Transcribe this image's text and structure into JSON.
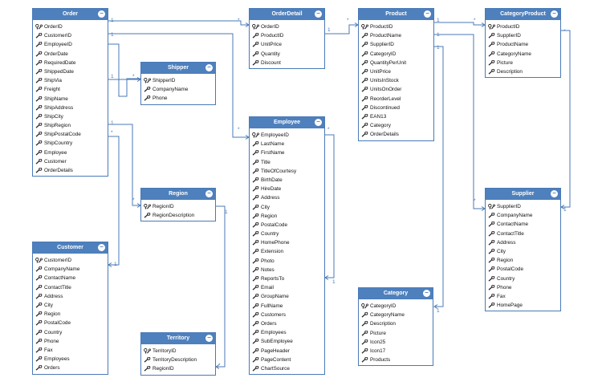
{
  "tables": [
    {
      "id": "order",
      "title": "Order",
      "fields": [
        {
          "name": "OrderID",
          "pk": true
        },
        {
          "name": "CustomerID"
        },
        {
          "name": "EmployeeID"
        },
        {
          "name": "OrderDate"
        },
        {
          "name": "RequiredDate"
        },
        {
          "name": "ShippedDate"
        },
        {
          "name": "ShipVia"
        },
        {
          "name": "Freight"
        },
        {
          "name": "ShipName"
        },
        {
          "name": "ShipAddress"
        },
        {
          "name": "ShipCity"
        },
        {
          "name": "ShipRegion"
        },
        {
          "name": "ShipPostalCode"
        },
        {
          "name": "ShipCountry"
        },
        {
          "name": "Employee"
        },
        {
          "name": "Customer"
        },
        {
          "name": "OrderDetails"
        }
      ]
    },
    {
      "id": "orderdetail",
      "title": "OrderDetail",
      "fields": [
        {
          "name": "OrderID",
          "pk": true
        },
        {
          "name": "ProductID"
        },
        {
          "name": "UnitPrice"
        },
        {
          "name": "Quantity"
        },
        {
          "name": "Discount"
        }
      ]
    },
    {
      "id": "product",
      "title": "Product",
      "fields": [
        {
          "name": "ProductID",
          "pk": true
        },
        {
          "name": "ProductName"
        },
        {
          "name": "SupplierID"
        },
        {
          "name": "CategoryID"
        },
        {
          "name": "QuantityPerUnit"
        },
        {
          "name": "UnitPrice"
        },
        {
          "name": "UnitsInStock"
        },
        {
          "name": "UnitsOnOrder"
        },
        {
          "name": "ReorderLevel"
        },
        {
          "name": "Discontinued"
        },
        {
          "name": "EAN13"
        },
        {
          "name": "Category"
        },
        {
          "name": "OrderDetails"
        }
      ]
    },
    {
      "id": "categoryproduct",
      "title": "CategoryProduct",
      "fields": [
        {
          "name": "ProductID",
          "pk": true
        },
        {
          "name": "SupplierID"
        },
        {
          "name": "ProductName"
        },
        {
          "name": "CategoryName"
        },
        {
          "name": "Picture"
        },
        {
          "name": "Description"
        }
      ]
    },
    {
      "id": "shipper",
      "title": "Shipper",
      "fields": [
        {
          "name": "ShipperID",
          "pk": true
        },
        {
          "name": "CompanyName"
        },
        {
          "name": "Phone"
        }
      ]
    },
    {
      "id": "employee",
      "title": "Employee",
      "fields": [
        {
          "name": "EmployeeID",
          "pk": true
        },
        {
          "name": "LastName"
        },
        {
          "name": "FirstName"
        },
        {
          "name": "Title"
        },
        {
          "name": "TitleOfCourtesy"
        },
        {
          "name": "BirthDate"
        },
        {
          "name": "HireDate"
        },
        {
          "name": "Address"
        },
        {
          "name": "City"
        },
        {
          "name": "Region"
        },
        {
          "name": "PostalCode"
        },
        {
          "name": "Country"
        },
        {
          "name": "HomePhone"
        },
        {
          "name": "Extension"
        },
        {
          "name": "Photo"
        },
        {
          "name": "Notes"
        },
        {
          "name": "ReportsTo"
        },
        {
          "name": "Email"
        },
        {
          "name": "GroupName"
        },
        {
          "name": "FullName"
        },
        {
          "name": "Customers"
        },
        {
          "name": "Orders"
        },
        {
          "name": "Employees"
        },
        {
          "name": "SubEmployee"
        },
        {
          "name": "PageHeader"
        },
        {
          "name": "PageContent"
        },
        {
          "name": "ChartSource"
        }
      ]
    },
    {
      "id": "region",
      "title": "Region",
      "fields": [
        {
          "name": "RegionID",
          "pk": true
        },
        {
          "name": "RegionDescription"
        }
      ]
    },
    {
      "id": "supplier",
      "title": "Supplier",
      "fields": [
        {
          "name": "SupplierID",
          "pk": true
        },
        {
          "name": "CompanyName"
        },
        {
          "name": "ContactName"
        },
        {
          "name": "ContactTitle"
        },
        {
          "name": "Address"
        },
        {
          "name": "City"
        },
        {
          "name": "Region"
        },
        {
          "name": "PostalCode"
        },
        {
          "name": "Country"
        },
        {
          "name": "Phone"
        },
        {
          "name": "Fax"
        },
        {
          "name": "HomePage"
        }
      ]
    },
    {
      "id": "customer",
      "title": "Customer",
      "fields": [
        {
          "name": "CustomerID",
          "pk": true
        },
        {
          "name": "CompanyName"
        },
        {
          "name": "ContactName"
        },
        {
          "name": "ContactTitle"
        },
        {
          "name": "Address"
        },
        {
          "name": "City"
        },
        {
          "name": "Region"
        },
        {
          "name": "PostalCode"
        },
        {
          "name": "Country"
        },
        {
          "name": "Phone"
        },
        {
          "name": "Fax"
        },
        {
          "name": "Employees"
        },
        {
          "name": "Orders"
        }
      ]
    },
    {
      "id": "category",
      "title": "Category",
      "fields": [
        {
          "name": "CategoryID",
          "pk": true
        },
        {
          "name": "CategoryName"
        },
        {
          "name": "Description"
        },
        {
          "name": "Picture"
        },
        {
          "name": "Icon25"
        },
        {
          "name": "Icon17"
        },
        {
          "name": "Products"
        }
      ]
    },
    {
      "id": "territory",
      "title": "Territory",
      "fields": [
        {
          "name": "TerritoryID",
          "pk": true
        },
        {
          "name": "TerritoryDescription"
        },
        {
          "name": "RegionID"
        }
      ]
    }
  ],
  "multiplicity_labels": [
    "1",
    "*",
    "1",
    "*",
    "1",
    "*",
    "1",
    "*",
    "*",
    "1",
    "1",
    "*",
    "1",
    "*",
    "1",
    "*",
    "1",
    "1",
    "*",
    "1",
    "*",
    "1",
    "1",
    "*"
  ],
  "colors": {
    "header": "#4e80bd",
    "border": "#4a7ab8",
    "connector": "#4a7ab8"
  }
}
